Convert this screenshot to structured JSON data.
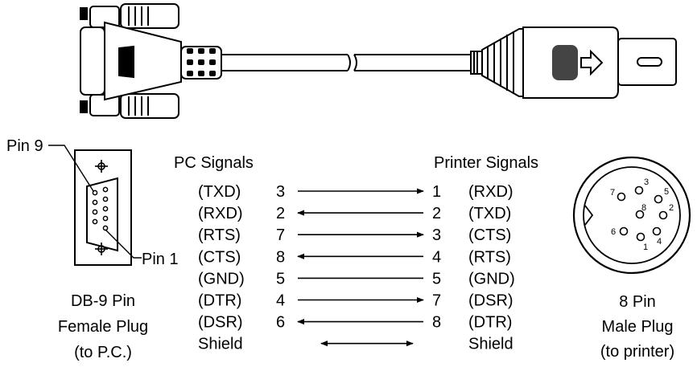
{
  "db9": {
    "pin9_label": "Pin 9",
    "pin1_label": "Pin 1",
    "caption": [
      "DB-9 Pin",
      "Female Plug",
      "(to P.C.)"
    ]
  },
  "din8": {
    "caption": [
      "8 Pin",
      "Male Plug",
      "(to printer)"
    ],
    "pins": [
      "1",
      "2",
      "3",
      "4",
      "5",
      "6",
      "7",
      "8"
    ]
  },
  "headers": {
    "pc": "PC Signals",
    "printer": "Printer Signals"
  },
  "rows": [
    {
      "pc_signal": "(TXD)",
      "pc_pin": "3",
      "printer_pin": "1",
      "printer_signal": "(RXD)",
      "direction": "to-printer"
    },
    {
      "pc_signal": "(RXD)",
      "pc_pin": "2",
      "printer_pin": "2",
      "printer_signal": "(TXD)",
      "direction": "to-pc"
    },
    {
      "pc_signal": "(RTS)",
      "pc_pin": "7",
      "printer_pin": "3",
      "printer_signal": "(CTS)",
      "direction": "to-printer"
    },
    {
      "pc_signal": "(CTS)",
      "pc_pin": "8",
      "printer_pin": "4",
      "printer_signal": "(RTS)",
      "direction": "to-pc"
    },
    {
      "pc_signal": "(GND)",
      "pc_pin": "5",
      "printer_pin": "5",
      "printer_signal": "(GND)",
      "direction": "none"
    },
    {
      "pc_signal": "(DTR)",
      "pc_pin": "4",
      "printer_pin": "7",
      "printer_signal": "(DSR)",
      "direction": "to-printer"
    },
    {
      "pc_signal": "(DSR)",
      "pc_pin": "6",
      "printer_pin": "8",
      "printer_signal": "(DTR)",
      "direction": "to-pc"
    },
    {
      "pc_signal": "Shield",
      "pc_pin": "",
      "printer_pin": "",
      "printer_signal": "Shield",
      "direction": "both"
    }
  ]
}
